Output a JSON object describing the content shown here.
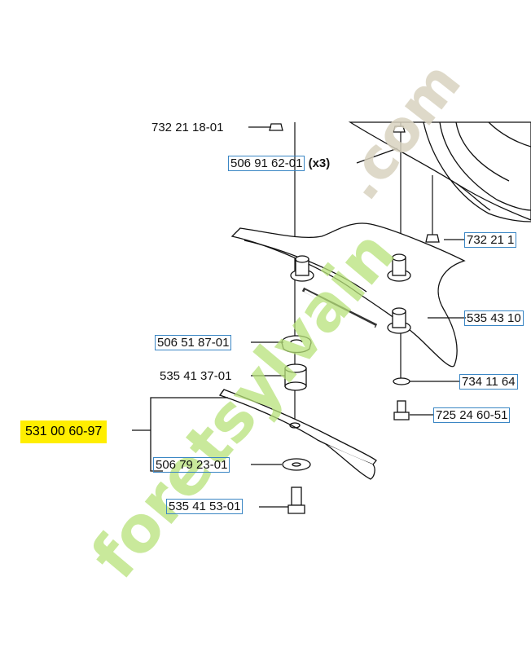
{
  "parts": {
    "p1": "732 21 18-01",
    "p2": "506 91 62-01",
    "p2_qty": "(x3)",
    "p3": "732 21 1",
    "p4": "535 43 10",
    "p5": "506 51 87-01",
    "p6": "535 41 37-01",
    "p7": "734 11 64",
    "p8": "725 24 60-51",
    "p9": "531 00 60-97",
    "p10": "506 79 23-01",
    "p11": "535 41 53-01"
  },
  "watermark": {
    "text_green": "foretsylvain",
    "text_tan": ".com"
  },
  "colors": {
    "highlight": "#ffee00",
    "box_border": "#3a86c4",
    "watermark_green": "#b7e27a",
    "watermark_tan": "#d8d2bf"
  }
}
